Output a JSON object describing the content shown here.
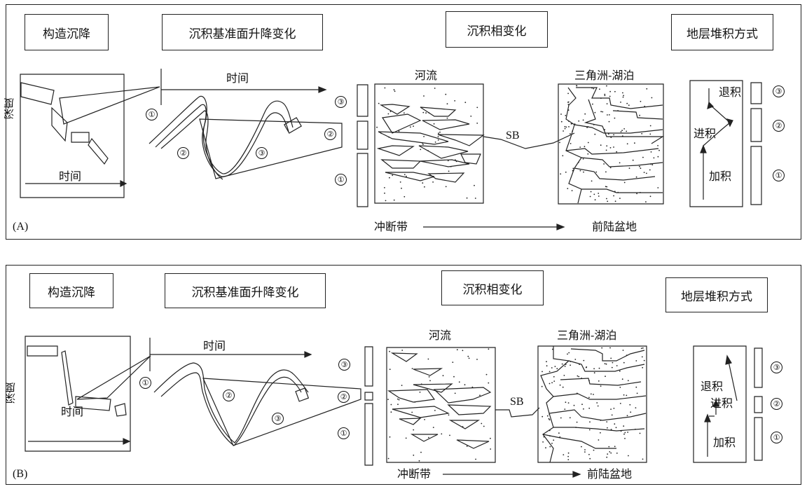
{
  "colors": {
    "line": "#222222",
    "background": "#ffffff"
  },
  "shared": {
    "time": "时间",
    "depth": "深度",
    "river": "河流",
    "delta_lake": "三角洲-湖泊",
    "sb": "SB",
    "thrust_belt": "冲断带",
    "foreland_basin": "前陆盆地",
    "n1": "①",
    "n2": "②",
    "n3": "③"
  },
  "panel_a": {
    "tag": "(A)",
    "header_tectonic": "构造沉降",
    "header_baselevel": "沉积基准面升降变化",
    "header_facies": "沉积相变化",
    "header_stacking": "地层堆积方式",
    "retro": "退积",
    "pro": "进积",
    "aggr": "加积"
  },
  "panel_b": {
    "tag": "(B)",
    "header_tectonic": "构造沉降",
    "header_baselevel": "沉积基准面升降变化",
    "header_facies": "沉积相变化",
    "header_stacking": "地层堆积方式",
    "retro": "退积",
    "pro": "进积",
    "aggr": "加积"
  }
}
